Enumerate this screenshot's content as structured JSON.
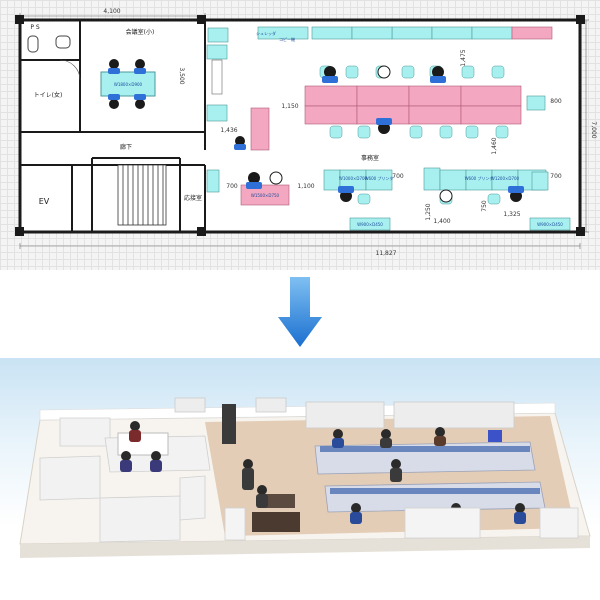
{
  "plan": {
    "dims": {
      "top_width": "4,100",
      "total_width": "11,827",
      "total_depth": "7,000",
      "room_depth": "3,500",
      "d1475": "1,475",
      "d1150": "1,150",
      "d1436": "1,436",
      "d1460": "1,460",
      "d800": "800",
      "d700a": "700",
      "d700b": "700",
      "d700c": "700",
      "d1100": "1,100",
      "d1250": "1,250",
      "d750": "750",
      "d1325": "1,325",
      "d1400": "1,400"
    },
    "rooms": {
      "ps": "P S",
      "meeting": "会議室(小)",
      "toilet": "トイレ(女)",
      "corridor": "廊下",
      "ev": "EV",
      "reception": "応接室",
      "office": "事務室"
    },
    "furniture": {
      "meeting_table": "W1800×D900",
      "center_table": "W1500×D750",
      "vertical_desk": "W1500\n×D50",
      "printer_a": "W600\nプリンタ",
      "printer_b": "W600\nプリンタ",
      "desk_a": "W1000×D700",
      "desk_b": "W1200×D700",
      "cab_a": "W900×D450",
      "cab_b": "W900×D450",
      "shredder": "シュレッダ",
      "copier": "コピー機"
    }
  }
}
